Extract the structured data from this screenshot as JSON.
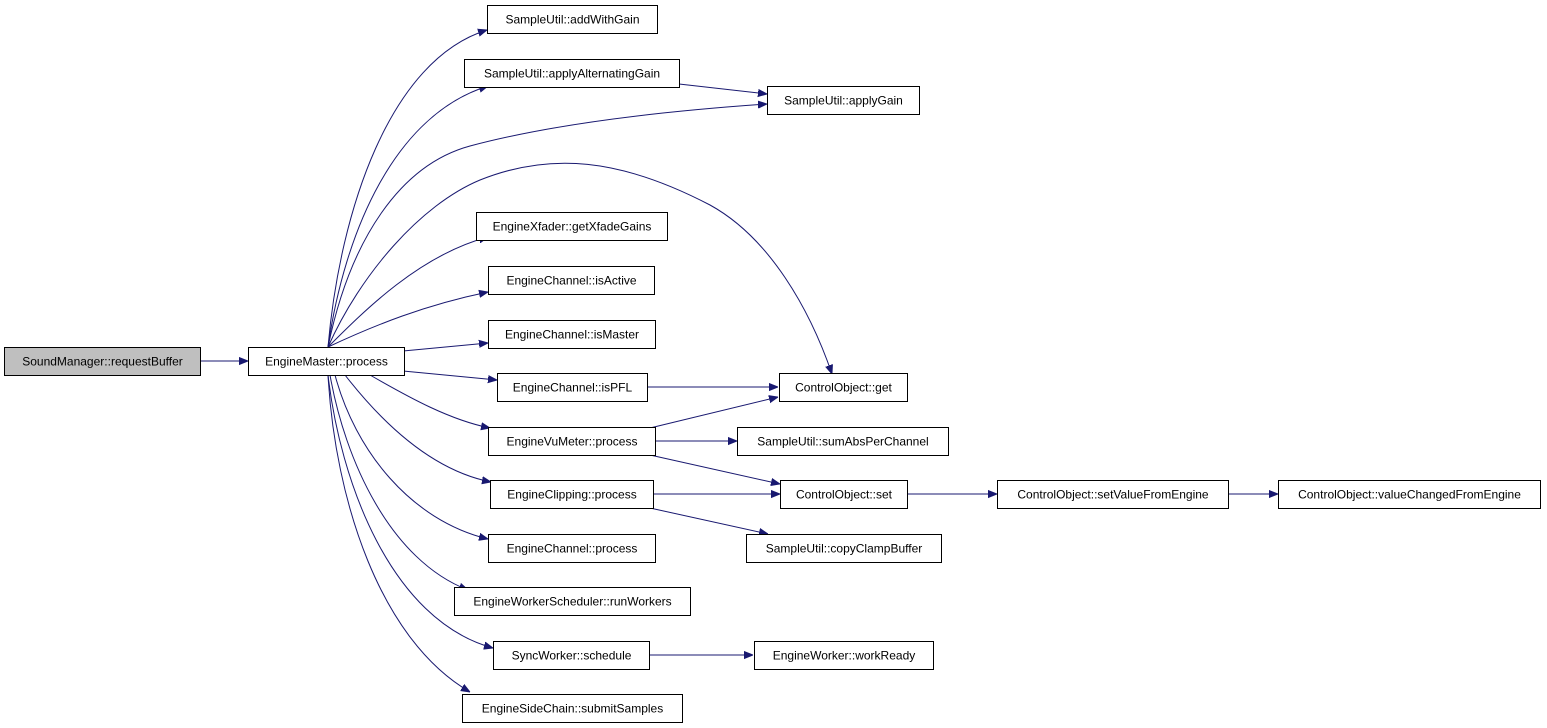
{
  "diagram": {
    "nodes": [
      {
        "id": "requestBuffer",
        "label": "SoundManager::requestBuffer",
        "root": true
      },
      {
        "id": "emProcess",
        "label": "EngineMaster::process"
      },
      {
        "id": "addWithGain",
        "label": "SampleUtil::addWithGain"
      },
      {
        "id": "applyAlternatingGain",
        "label": "SampleUtil::applyAlternatingGain"
      },
      {
        "id": "applyGain",
        "label": "SampleUtil::applyGain"
      },
      {
        "id": "getXfadeGains",
        "label": "EngineXfader::getXfadeGains"
      },
      {
        "id": "isActive",
        "label": "EngineChannel::isActive"
      },
      {
        "id": "isMaster",
        "label": "EngineChannel::isMaster"
      },
      {
        "id": "isPFL",
        "label": "EngineChannel::isPFL"
      },
      {
        "id": "coGet",
        "label": "ControlObject::get"
      },
      {
        "id": "vuProcess",
        "label": "EngineVuMeter::process"
      },
      {
        "id": "sumAbs",
        "label": "SampleUtil::sumAbsPerChannel"
      },
      {
        "id": "clipProcess",
        "label": "EngineClipping::process"
      },
      {
        "id": "coSet",
        "label": "ControlObject::set"
      },
      {
        "id": "setValueFromEngine",
        "label": "ControlObject::setValueFromEngine"
      },
      {
        "id": "valueChanged",
        "label": "ControlObject::valueChangedFromEngine"
      },
      {
        "id": "copyClamp",
        "label": "SampleUtil::copyClampBuffer"
      },
      {
        "id": "chProcess",
        "label": "EngineChannel::process"
      },
      {
        "id": "runWorkers",
        "label": "EngineWorkerScheduler::runWorkers"
      },
      {
        "id": "schedule",
        "label": "SyncWorker::schedule"
      },
      {
        "id": "workReady",
        "label": "EngineWorker::workReady"
      },
      {
        "id": "submitSamples",
        "label": "EngineSideChain::submitSamples"
      }
    ],
    "edges": [
      [
        "requestBuffer",
        "emProcess"
      ],
      [
        "emProcess",
        "addWithGain"
      ],
      [
        "emProcess",
        "applyAlternatingGain"
      ],
      [
        "emProcess",
        "applyGain"
      ],
      [
        "emProcess",
        "coGet"
      ],
      [
        "emProcess",
        "getXfadeGains"
      ],
      [
        "emProcess",
        "isActive"
      ],
      [
        "emProcess",
        "isMaster"
      ],
      [
        "emProcess",
        "isPFL"
      ],
      [
        "emProcess",
        "vuProcess"
      ],
      [
        "emProcess",
        "clipProcess"
      ],
      [
        "emProcess",
        "chProcess"
      ],
      [
        "emProcess",
        "runWorkers"
      ],
      [
        "emProcess",
        "schedule"
      ],
      [
        "emProcess",
        "submitSamples"
      ],
      [
        "applyAlternatingGain",
        "applyGain"
      ],
      [
        "isPFL",
        "coGet"
      ],
      [
        "vuProcess",
        "coGet"
      ],
      [
        "vuProcess",
        "sumAbs"
      ],
      [
        "vuProcess",
        "coSet"
      ],
      [
        "clipProcess",
        "coSet"
      ],
      [
        "clipProcess",
        "copyClamp"
      ],
      [
        "coSet",
        "setValueFromEngine"
      ],
      [
        "setValueFromEngine",
        "valueChanged"
      ],
      [
        "schedule",
        "workReady"
      ]
    ]
  }
}
